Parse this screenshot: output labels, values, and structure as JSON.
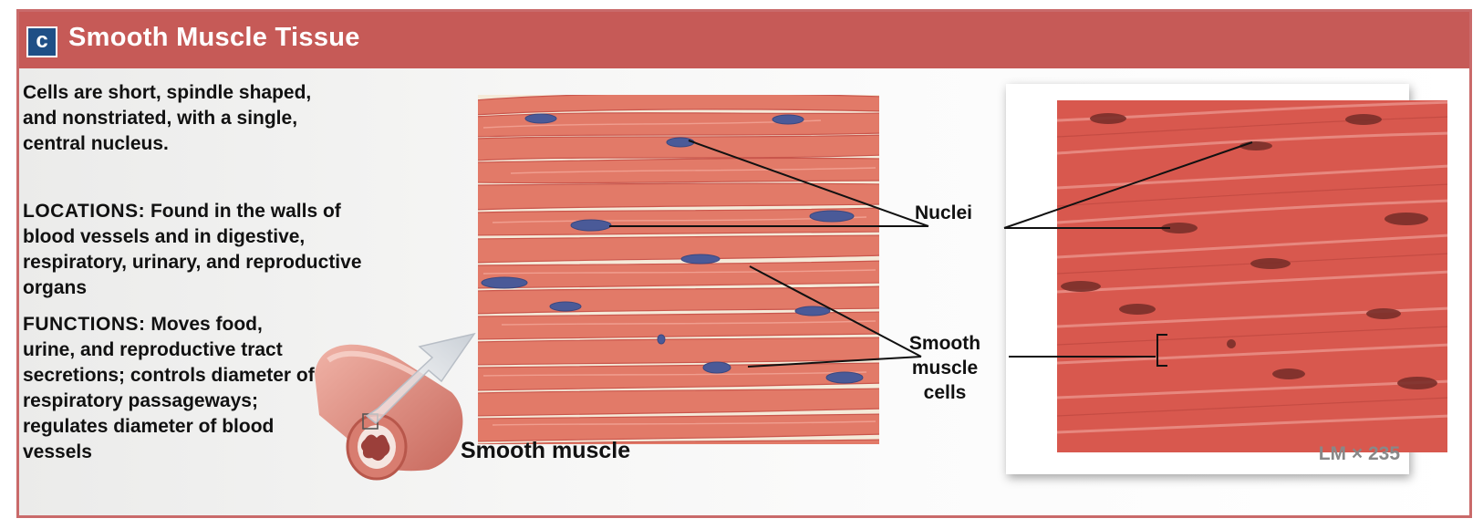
{
  "panel": {
    "letter": "c",
    "title": "Smooth Muscle Tissue"
  },
  "description": "Cells are short, spindle shaped, and nonstriated, with a single, central nucleus.",
  "locations": {
    "heading": "LOCATIONS:",
    "text": "Found in the walls of blood vessels and in digestive, respiratory, urinary, and reproductive organs"
  },
  "functions": {
    "heading": "FUNCTIONS:",
    "text": "Moves food, urine, and reproductive tract secretions; controls diameter of respiratory passageways; regulates diameter of blood vessels"
  },
  "drawing_label": "Smooth muscle",
  "callouts": {
    "nuclei": "Nuclei",
    "smooth_muscle_cells": "Smooth muscle cells"
  },
  "magnification": "LM × 235",
  "colors": {
    "header": "#c65a57",
    "badge": "#1f4f86",
    "tissue": "#e0705f",
    "nucleus": "#4a5a98",
    "photo_tissue": "#d8584e"
  }
}
